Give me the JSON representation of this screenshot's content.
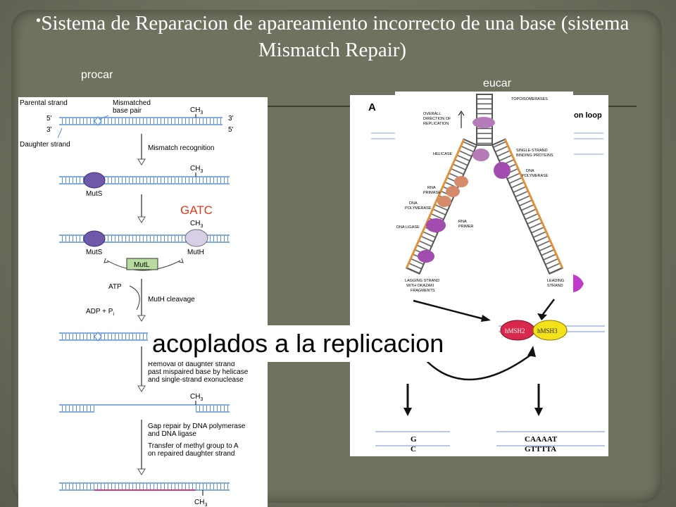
{
  "slide": {
    "title": "Sistema de Reparacion de apareamiento incorrecto de una base (sistema Mismatch Repair)",
    "bullet": "•",
    "label_left": "procar",
    "label_right": "eucar",
    "overlay": "acoplados a la replicacion"
  },
  "left_panel": {
    "parental_strand": "Parental strand",
    "mismatched": "Mismatched",
    "base_pair": "base pair",
    "ch3": "CH",
    "ch3_sub": "3",
    "five_prime": "5'",
    "three_prime": "3'",
    "daughter_strand": "Daughter strand",
    "mismatch_recognition": "Mismatch recognition",
    "muts": "MutS",
    "muth": "MutH",
    "mutl": "MutL",
    "gatc": "GATC",
    "atp": "ATP",
    "adp": "ADP + P",
    "adp_sub": "i",
    "muth_cleavage": "MutH cleavage",
    "removal_1": "Removal of daughter strand",
    "removal_2": "past mispaired base by helicase",
    "removal_3": "and single-strand exonuclease",
    "gap_1": "Gap repair by DNA polymerase",
    "gap_2": "and DNA ligase",
    "transfer_1": "Transfer of methyl group to A",
    "transfer_2": "on repaired daughter strand"
  },
  "right_panel": {
    "a_label": "A",
    "loop_label": "on loop",
    "overall_1": "OVERALL",
    "overall_2": "DIRECTION OF",
    "overall_3": "REPLICATION",
    "topoisomerases": "TOPOISOMERASES",
    "helicase": "HELICASE",
    "ssb_1": "SINGLE-STRAND",
    "ssb_2": "BINDING PROTEINS",
    "dna_pol_1": "DNA",
    "dna_pol_2": "POLYMERASE",
    "rna_1": "RNA",
    "rna_2": "PRIMASE",
    "dna_pol_left_1": "DNA",
    "dna_pol_left_2": "POLYMERASE",
    "dna_ligase": "DNA LIGASE",
    "primer": "RNA",
    "primer_2": "PRIMER",
    "lagging_1": "LAGGING STRAND",
    "lagging_2": "WITH OKAZAKI",
    "lagging_3": "FRAGMENTS",
    "leading_1": "LEADING",
    "leading_2": "STRAND",
    "hmsh2": "hMSH2",
    "hmsh3": "hMSH3",
    "g": "G",
    "c": "C",
    "seq_top": "CAAAAT",
    "seq_bottom": "GTTTTA"
  },
  "colors": {
    "background": "#6f725f",
    "title_text": "#ffffff",
    "strand_blue": "#5b8fd6",
    "muts_purple": "#6e5aa8",
    "muth_lavender": "#d6cfe6",
    "mutl_green": "#b8dca0",
    "repaired_pink": "#d23c7c",
    "gatc_red": "#e8371c",
    "hmsh2_red": "#d8294d",
    "hmsh3_yellow": "#f3e21a"
  }
}
